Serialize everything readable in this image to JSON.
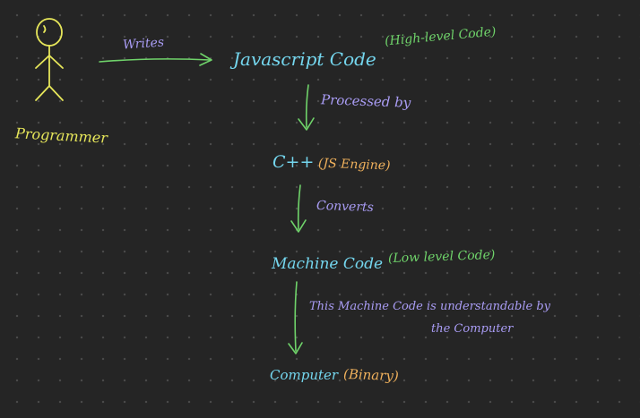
{
  "colors": {
    "background": "#252525",
    "dot_grid": "#4a4a4a",
    "yellow": "#e6e65a",
    "green": "#6fd36a",
    "cyan": "#74d6ee",
    "purple": "#a99cf4",
    "orange": "#f0b15c"
  },
  "actor": {
    "label": "Programmer",
    "icon": "stick-figure-icon"
  },
  "edges": [
    {
      "from": "Programmer",
      "to": "Javascript Code",
      "label": "Writes"
    },
    {
      "from": "Javascript Code",
      "to": "C++",
      "label": "Processed by"
    },
    {
      "from": "C++",
      "to": "Machine Code",
      "label": "Converts"
    },
    {
      "from": "Machine Code",
      "to": "Computer",
      "label_line1": "This Machine Code is understandable by",
      "label_line2": "the Computer"
    }
  ],
  "nodes": {
    "javascript_code": {
      "name": "Javascript Code",
      "note": "(High-level Code)"
    },
    "cpp": {
      "name": "C++",
      "note": "(JS Engine)"
    },
    "machine_code": {
      "name": "Machine Code",
      "note": "(Low level Code)"
    },
    "computer": {
      "name": "Computer",
      "note": "(Binary)"
    }
  }
}
